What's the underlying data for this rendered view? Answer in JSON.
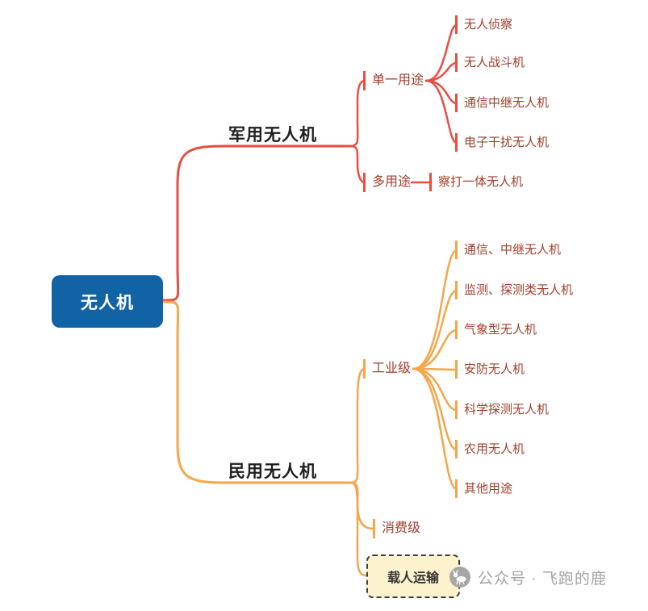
{
  "root": {
    "label": "无人机"
  },
  "military": {
    "label": "军用无人机",
    "single_use": {
      "label": "单一用途"
    },
    "single_children": [
      "无人侦察",
      "无人战斗机",
      "通信中继无人机",
      "电子干扰无人机"
    ],
    "multi_use": {
      "label": "多用途"
    },
    "multi_children": [
      "察打一体无人机"
    ]
  },
  "civil": {
    "label": "民用无人机",
    "industrial": {
      "label": "工业级"
    },
    "industrial_children": [
      "通信、中继无人机",
      "监测、探测类无人机",
      "气象型无人机",
      "安防无人机",
      "科学探测无人机",
      "农用无人机",
      "其他用途"
    ],
    "consumer": {
      "label": "消费级"
    },
    "passenger": {
      "label": "载人运输"
    }
  },
  "watermark": {
    "text": "公众号 · 飞跑的鹿"
  },
  "colors": {
    "root_bg": "#1163a5",
    "root_text": "#ffffff",
    "military_branch": "#e94e43",
    "civil_branch": "#f7a54a",
    "topic_text": "#a23e2a",
    "main_topic_text": "#1f1f1f",
    "passenger_bg": "#fcf2ce",
    "passenger_border": "#3c3c3c",
    "watermark_text": "#a3a3a3"
  }
}
